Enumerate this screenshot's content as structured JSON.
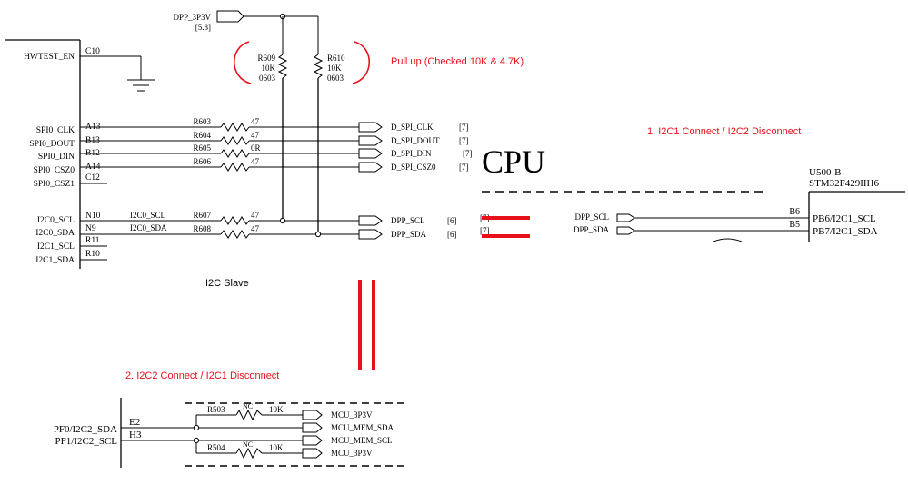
{
  "colors": {
    "annotation": "#e8111b",
    "wire": "#000000"
  },
  "power": {
    "net": "DPP_3P3V",
    "ref": "[5.8]"
  },
  "left_chip": {
    "pins": [
      {
        "signal": "HWTEST_EN",
        "pin": "C10"
      },
      {
        "signal": "SPI0_CLK",
        "pin": "A13"
      },
      {
        "signal": "SPI0_DOUT",
        "pin": "B13"
      },
      {
        "signal": "SPI0_DIN",
        "pin": "B12"
      },
      {
        "signal": "SPI0_CSZ0",
        "pin": "A14"
      },
      {
        "signal": "SPI0_CSZ1",
        "pin": "C12"
      },
      {
        "signal": "I2C0_SCL",
        "pin": "N10"
      },
      {
        "signal": "I2C0_SDA",
        "pin": "N9"
      },
      {
        "signal": "I2C1_SCL",
        "pin": "R11"
      },
      {
        "signal": "I2C1_SDA",
        "pin": "R10"
      }
    ],
    "net_labels": [
      "I2C0_SCL",
      "I2C0_SDA"
    ]
  },
  "pullups": [
    {
      "ref": "R609",
      "value": "10K",
      "package": "0603"
    },
    {
      "ref": "R610",
      "value": "10K",
      "package": "0603"
    }
  ],
  "series_resistors": [
    {
      "ref": "R603",
      "value": "47",
      "net": "D_SPI_CLK",
      "page": "[7]"
    },
    {
      "ref": "R604",
      "value": "47",
      "net": "D_SPI_DOUT",
      "page": "[7]"
    },
    {
      "ref": "R605",
      "value": "0R",
      "net": "D_SPI_DIN",
      "page": "[7]"
    },
    {
      "ref": "R606",
      "value": "47",
      "net": "D_SPI_CSZ0",
      "page": "[7]"
    },
    {
      "ref": "R607",
      "value": "47",
      "net": "DPP_SCL",
      "page": "[6]"
    },
    {
      "ref": "R608",
      "value": "47",
      "net": "DPP_SDA",
      "page": "[6]"
    }
  ],
  "annotations": {
    "pullup": "Pull up (Checked 10K & 4.7K)",
    "option1": "1. I2C1 Connect / I2C2 Disconnect",
    "option2": "2. I2C2 Connect / I2C1 Disconnect",
    "i2c_slave": "I2C Slave",
    "cpu": "CPU"
  },
  "cpu_block": {
    "ref": "U500-B",
    "part": "STM32F429IIH6",
    "nets": [
      {
        "name": "DPP_SCL",
        "page": "[7]",
        "pin": "B6",
        "signal": "PB6/I2C1_SCL"
      },
      {
        "name": "DPP_SDA",
        "page": "[7]",
        "pin": "B5",
        "signal": "PB7/I2C1_SDA"
      }
    ]
  },
  "mcu_block": {
    "pins": [
      {
        "signal": "PF0/I2C2_SDA",
        "pin": "E2"
      },
      {
        "signal": "PF1/I2C2_SCL",
        "pin": "H3"
      }
    ],
    "resistors": [
      {
        "ref": "R503",
        "nc": "NC",
        "value": "10K"
      },
      {
        "ref": "R504",
        "nc": "NC",
        "value": "10K"
      }
    ],
    "nets": [
      "MCU_3P3V",
      "MCU_MEM_SDA",
      "MCU_MEM_SCL",
      "MCU_3P3V"
    ]
  }
}
